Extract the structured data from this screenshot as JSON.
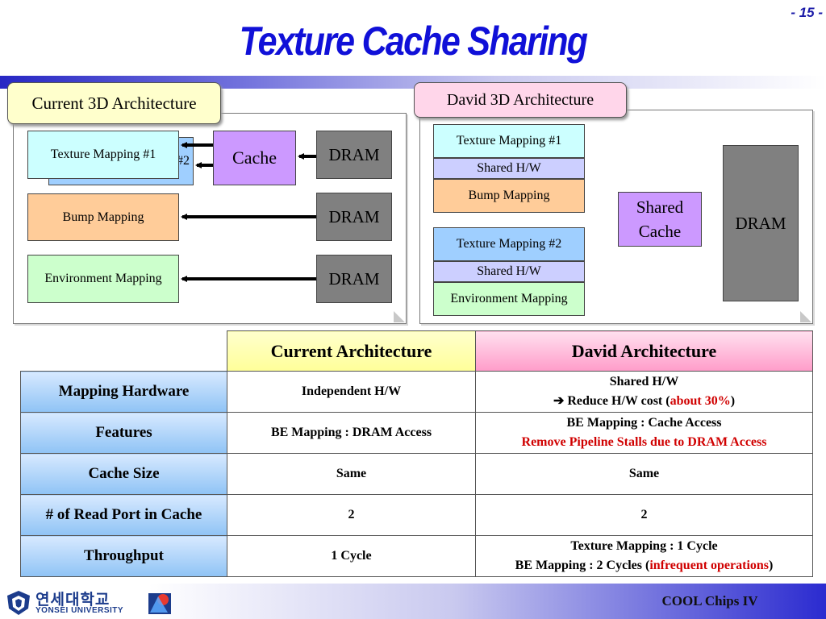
{
  "header": {
    "title": "Texture Cache Sharing",
    "page_number": "- 15 -"
  },
  "current_panel": {
    "label": "Current 3D Architecture",
    "texture_mapping_1": "Texture Mapping #1",
    "texture_mapping_2_partial": "#2",
    "cache": "Cache",
    "bump_mapping": "Bump Mapping",
    "environment_mapping": "Environment Mapping",
    "dram": "DRAM"
  },
  "david_panel": {
    "label": "David 3D Architecture",
    "texture_mapping_1": "Texture Mapping #1",
    "shared_hw": "Shared H/W",
    "bump_mapping": "Bump Mapping",
    "texture_mapping_2": "Texture Mapping #2",
    "environment_mapping": "Environment Mapping",
    "shared_cache_line1": "Shared",
    "shared_cache_line2": "Cache",
    "dram": "DRAM"
  },
  "table": {
    "col_current": "Current Architecture",
    "col_david": "David Architecture",
    "rows": [
      {
        "label": "Mapping Hardware",
        "current": "Independent H/W",
        "david_line1": "Shared H/W",
        "david_line2_prefix": "➔ Reduce H/W cost (",
        "david_line2_red": "about 30%",
        "david_line2_suffix": ")"
      },
      {
        "label": "Features",
        "current": "BE Mapping : DRAM Access",
        "david_line1": "BE Mapping : Cache Access",
        "david_line2_red": "Remove Pipeline Stalls due to DRAM Access"
      },
      {
        "label": "Cache Size",
        "current": "Same",
        "david": "Same"
      },
      {
        "label": "# of Read Port in Cache",
        "current": "2",
        "david": "2"
      },
      {
        "label": "Throughput",
        "current": "1 Cycle",
        "david_line1": "Texture Mapping : 1 Cycle",
        "david_line2_prefix": "BE Mapping : 2 Cycles (",
        "david_line2_red": "infrequent operations",
        "david_line2_suffix": ")"
      }
    ]
  },
  "footer": {
    "conference": "COOL Chips IV",
    "university_korean": "연세대학교",
    "university_english": "YONSEI UNIVERSITY"
  }
}
